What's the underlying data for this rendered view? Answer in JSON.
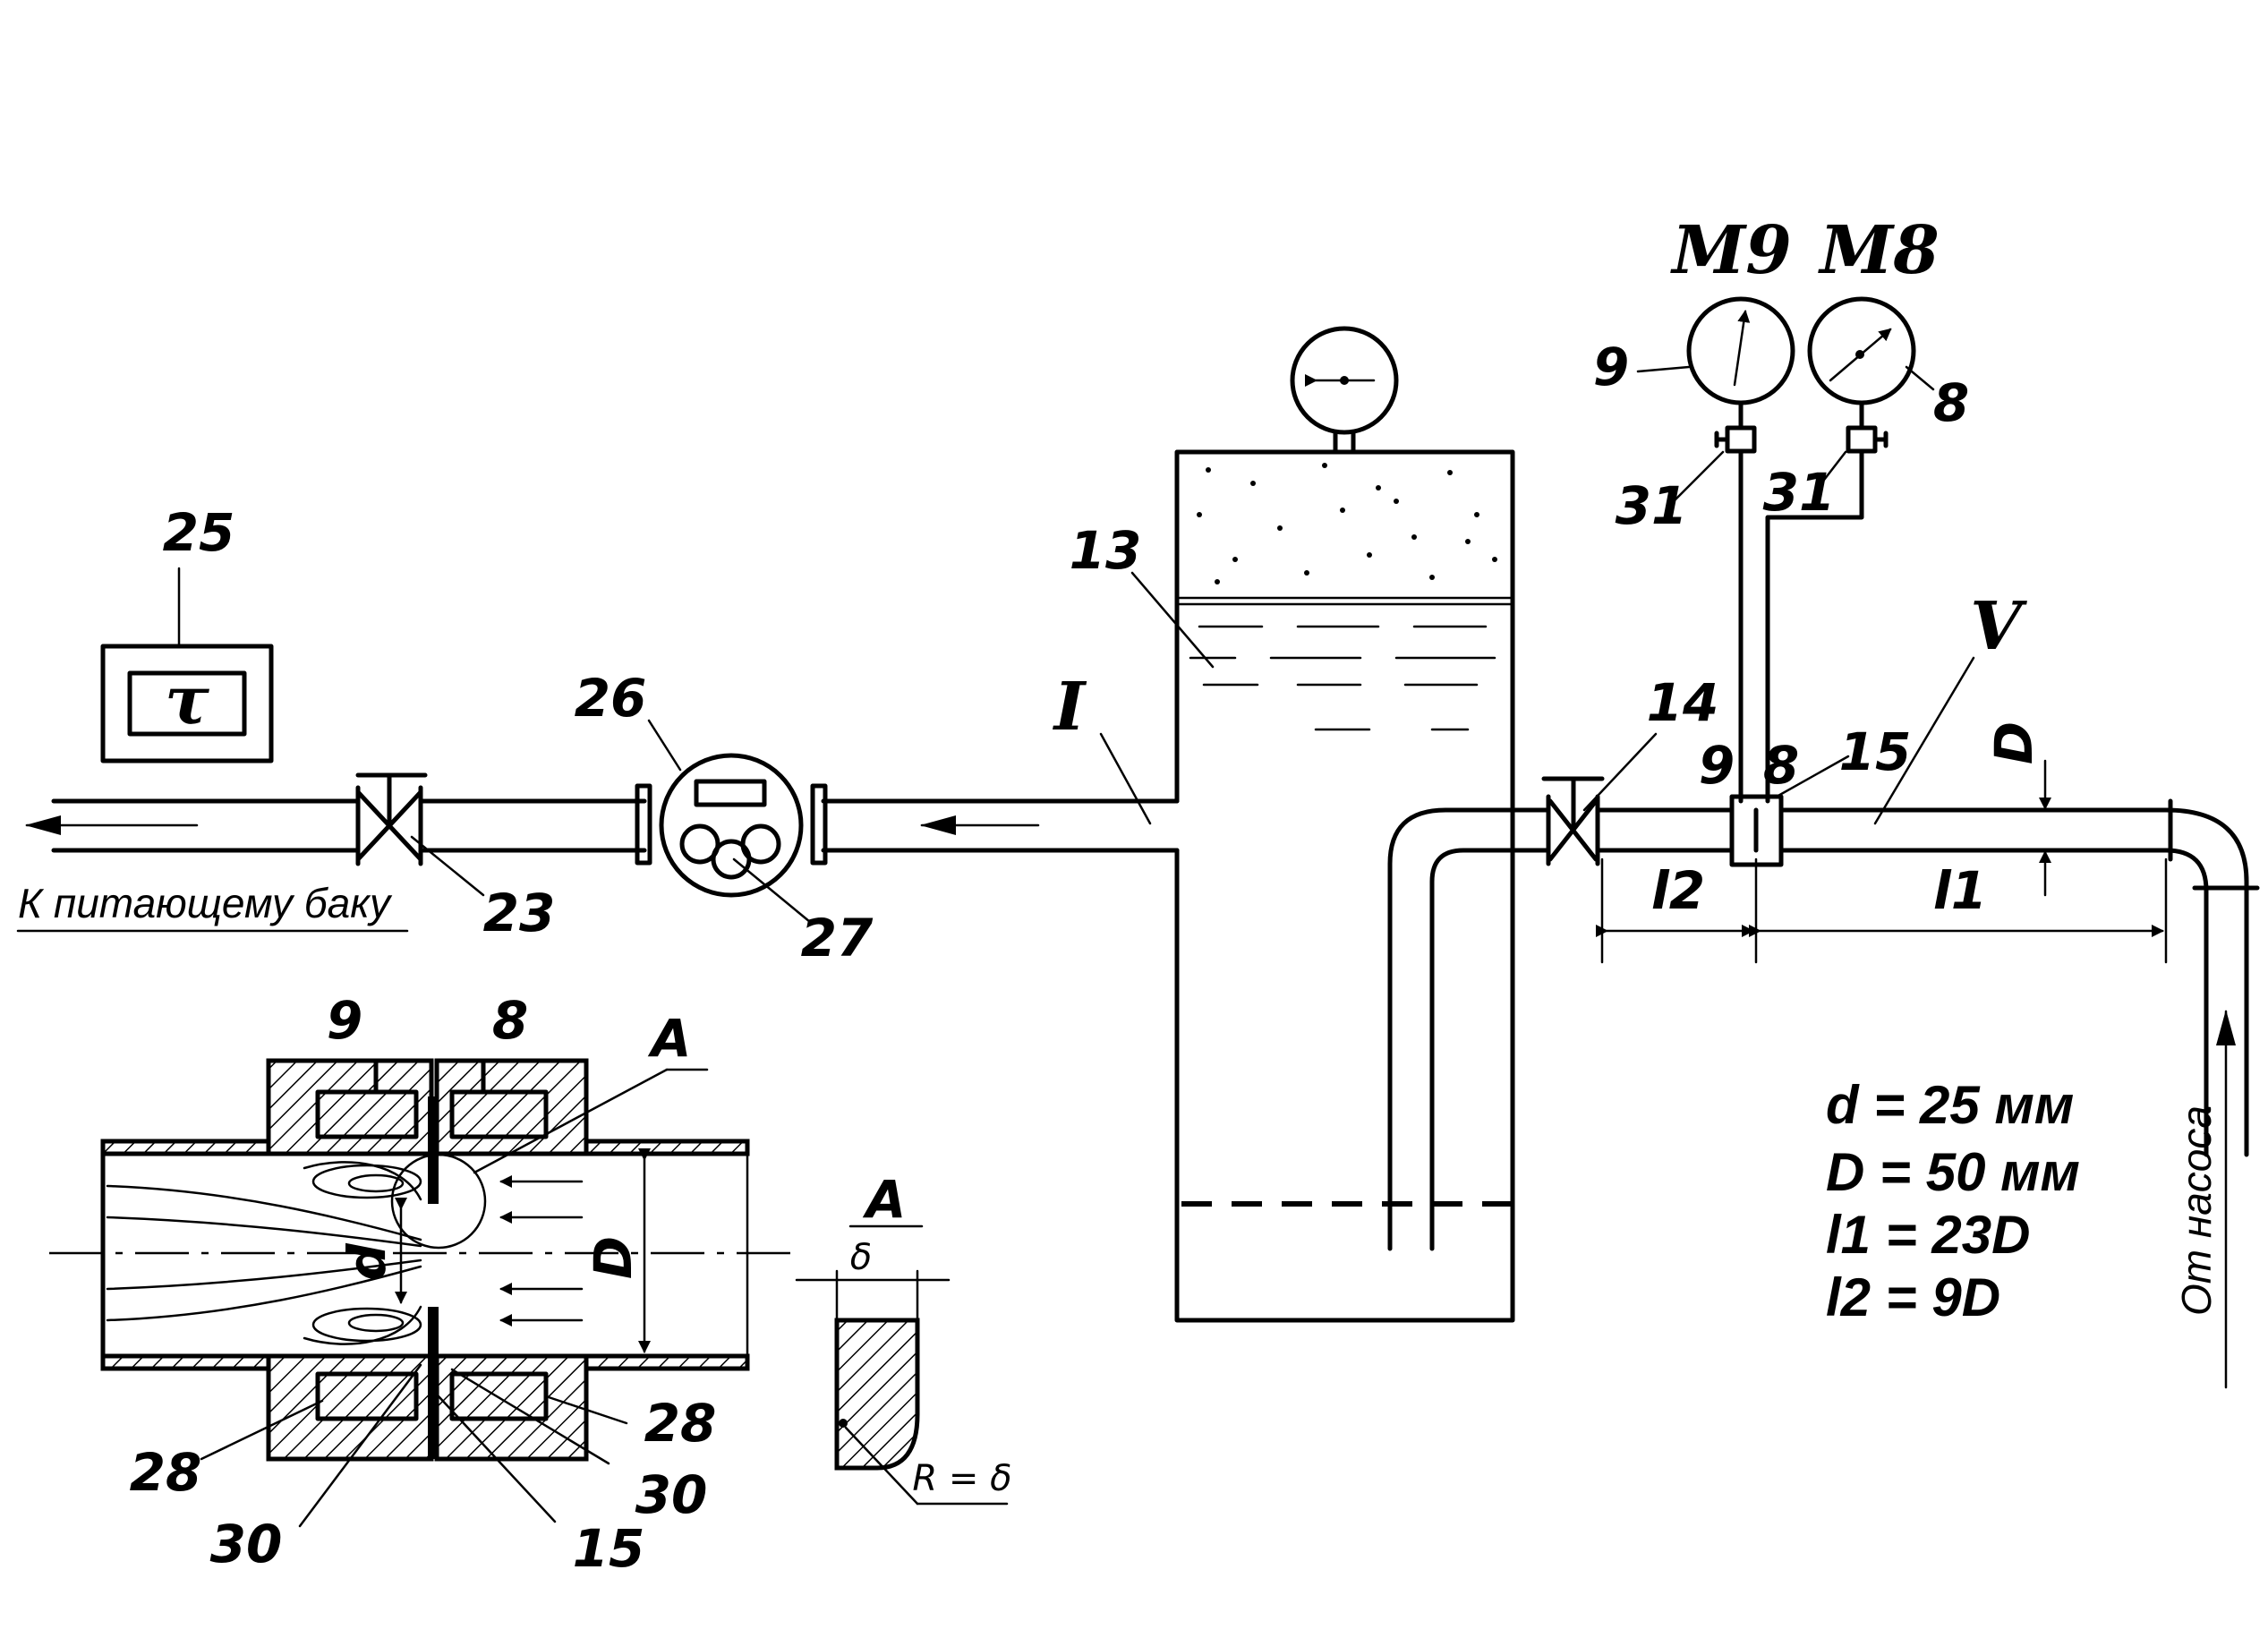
{
  "diagram": {
    "caption_to_tank": "К питающему баку",
    "caption_from_pump": "От насоса",
    "timer_symbol": "τ",
    "labels": {
      "timer": "25",
      "flowmeter": "26",
      "flowmeter_outlet": "27",
      "valve_out": "23",
      "tank": "13",
      "section_I": "I",
      "valve_in": "14",
      "orifice": "15",
      "section_V": "V",
      "tap_9": "9",
      "tap_8": "8",
      "gauge_9_num": "9",
      "gauge_8_num": "8",
      "gauge_9_name": "M9",
      "gauge_8_name": "M8",
      "cock_9": "31",
      "cock_8": "31",
      "dim_D": "D",
      "dim_l1": "l1",
      "dim_l2": "l2"
    },
    "detail": {
      "tap_9": "9",
      "tap_8": "8",
      "view_A": "A",
      "dim_D": "D",
      "dim_d": "d",
      "chamber_left": "28",
      "chamber_right": "28",
      "gap_left": "30",
      "gap_right": "30",
      "plate": "15",
      "zoom_title": "A",
      "zoom_delta": "δ",
      "zoom_radius": "R = δ"
    },
    "params": [
      "d = 25 мм",
      "D = 50 мм",
      "l1 = 23D",
      "l2 = 9D"
    ]
  }
}
